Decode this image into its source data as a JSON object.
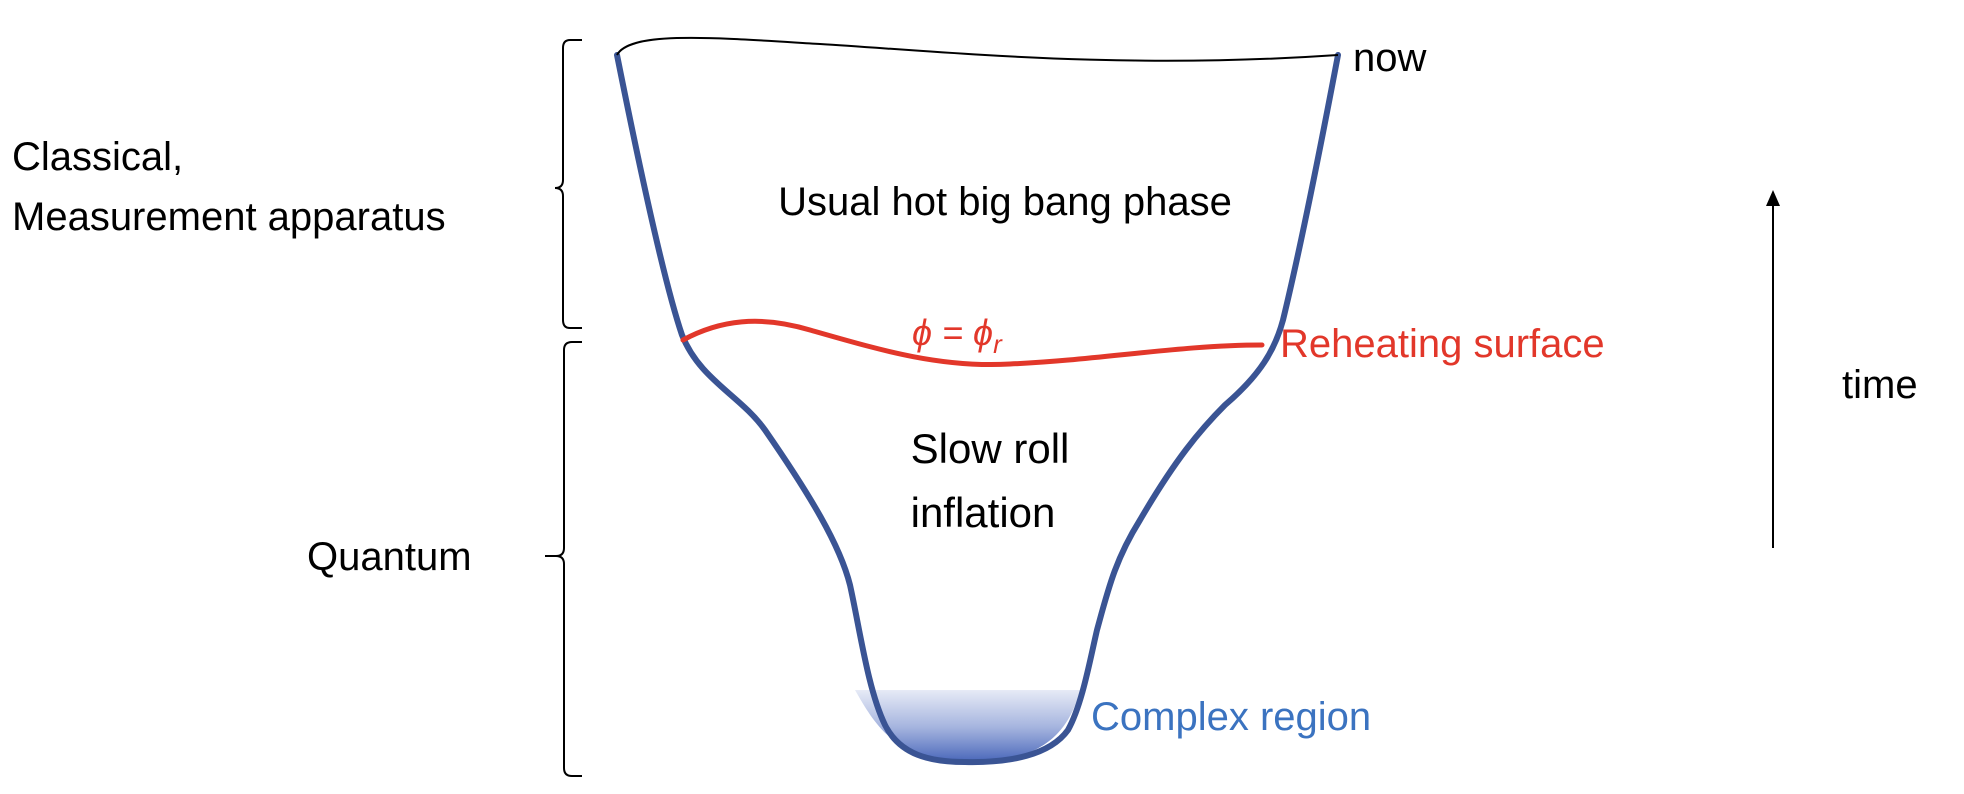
{
  "labels": {
    "now": "now",
    "hot_phase": "Usual hot big bang phase",
    "phi": "ϕ = ϕ",
    "phi_sub": "r",
    "reheating": "Reheating surface",
    "slow_roll_1": "Slow roll",
    "slow_roll_2": "inflation",
    "complex": "Complex region",
    "classical_1": "Classical,",
    "classical_2": "Measurement apparatus",
    "quantum": "Quantum",
    "time": "time"
  },
  "colors": {
    "funnel": "#3a5494",
    "reheating": "#e2372a",
    "complex": "#3b73c0",
    "text": "#000000"
  }
}
